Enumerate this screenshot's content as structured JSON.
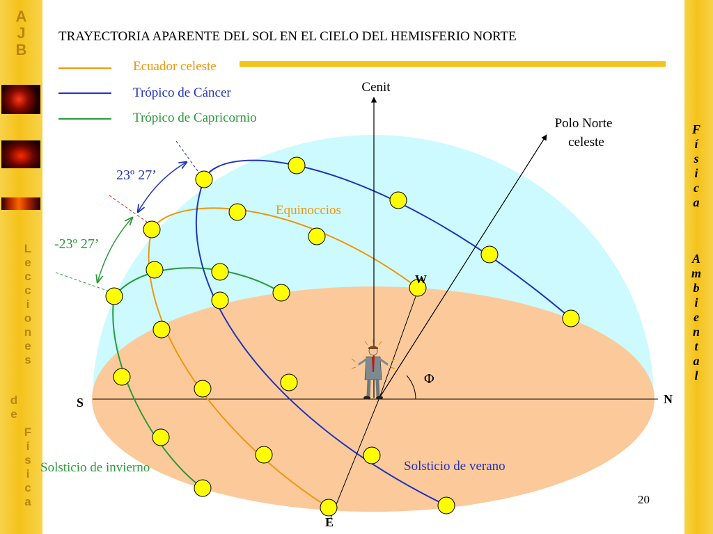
{
  "sidebar_left": {
    "brand_letters": [
      "A",
      "J",
      "B"
    ],
    "word1": [
      "L",
      "e",
      "c",
      "c",
      "i",
      "o",
      "n",
      "e",
      "s"
    ],
    "word2": [
      "d",
      "e"
    ],
    "word3": [
      "F",
      "í",
      "s",
      "i",
      "c",
      "a"
    ]
  },
  "sidebar_right": {
    "word1": [
      "F",
      "í",
      "s",
      "i",
      "c",
      "a"
    ],
    "word2": [
      "A",
      "m",
      "b",
      "i",
      "e",
      "n",
      "t",
      "a",
      "l"
    ]
  },
  "title": "TRAYECTORIA APARENTE DEL SOL EN EL CIELO DEL HEMISFERIO NORTE",
  "legend": [
    {
      "label": "Ecuador celeste",
      "color": "#f0960a"
    },
    {
      "label": "Trópico de Cáncer",
      "color": "#2233bb"
    },
    {
      "label": "Trópico de Capricornio",
      "color": "#2a9a3a"
    }
  ],
  "labels": {
    "cenit": "Cenit",
    "polo_line1": "Polo Norte",
    "polo_line2": "celeste",
    "angle_pos": "23º 27’",
    "angle_neg": "-23º 27’",
    "equinoccios": "Equinoccios",
    "w": "W",
    "phi": "Φ",
    "s": "S",
    "n": "N",
    "e": "E",
    "solsticio_invierno": "Solsticio de invierno",
    "solsticio_verano": "Solsticio de verano",
    "page_number": "20"
  },
  "colors": {
    "sky": "#ccfaff",
    "ground": "#fcc99a",
    "sun": "#ffff00",
    "sidebar": "#f5c21a",
    "ecuador": "#f0960a",
    "cancer": "#2233bb",
    "capricornio": "#2a9a3a"
  }
}
